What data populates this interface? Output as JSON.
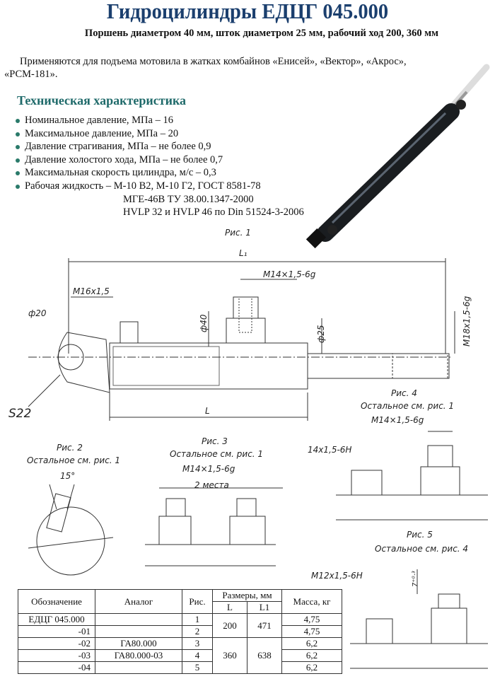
{
  "title": "Гидроцилиндры ЕДЦГ 045.000",
  "subtitle": "Поршень диаметром 40 мм, шток диаметром 25 мм, рабочий ход 200, 360 мм",
  "intro": "Применяются для подъема мотовила в жатках комбайнов «Енисей», «Вектор», «Акрос», «РСМ-181».",
  "spec_title": "Техническая характеристика",
  "specs": [
    "Номинальное давление, МПа – 16",
    "Максимальное давление, МПа – 20",
    "Давление страгивания, МПа – не более 0,9",
    "Давление холостого хода, МПа – не более 0,7",
    "Максимальная скорость цилиндра, м/с – 0,3",
    "Рабочая жидкость – М-10 В2, М-10 Г2, ГОСТ 8581-78",
    "МГЕ-46В ТУ 38.00.1347-2000",
    "HVLP 32 и HVLP 46 по Din 51524-3-2006"
  ],
  "drawings": {
    "fig1": {
      "title": "Рис. 1",
      "L1": "L₁",
      "L": "L",
      "port": "М14×1,5-6g",
      "m16": "М16х1,5",
      "d20": "ф20",
      "d40": "ф40",
      "d25": "ф25",
      "m18": "М18х1,5-6g",
      "s22": "S22"
    },
    "fig2": {
      "title": "Рис. 2",
      "note": "Остальное см. рис. 1",
      "angle": "15°"
    },
    "fig3": {
      "title": "Рис. 3",
      "note": "Остальное см. рис. 1",
      "port": "М14×1,5-6g",
      "places": "2 места"
    },
    "fig4": {
      "title": "Рис. 4",
      "note": "Остальное см. рис. 1",
      "port": "М14×1,5-6g",
      "thread": "14х1,5-6Н"
    },
    "fig5": {
      "title": "Рис. 5",
      "note": "Остальное см. рис. 4",
      "thread": "М12х1,5-6Н",
      "dim": "7⁺⁰·³"
    }
  },
  "table": {
    "headers": {
      "designation": "Обозначение",
      "analog": "Аналог",
      "fig": "Рис.",
      "sizes": "Размеры, мм",
      "L": "L",
      "L1": "L1",
      "mass": "Масса, кг"
    },
    "rows": [
      {
        "designation": "ЕДЦГ 045.000",
        "analog": "",
        "fig": "1",
        "mass": "4,75"
      },
      {
        "designation": "-01",
        "analog": "",
        "fig": "2",
        "mass": "4,75"
      },
      {
        "designation": "-02",
        "analog": "ГА80.000",
        "fig": "3",
        "mass": "6,2"
      },
      {
        "designation": "-03",
        "analog": "ГА80.000-03",
        "fig": "4",
        "mass": "6,2"
      },
      {
        "designation": "-04",
        "analog": "",
        "fig": "5",
        "mass": "6,2"
      }
    ],
    "groups": [
      {
        "L": "200",
        "L1": "471"
      },
      {
        "L": "360",
        "L1": "638"
      }
    ]
  }
}
